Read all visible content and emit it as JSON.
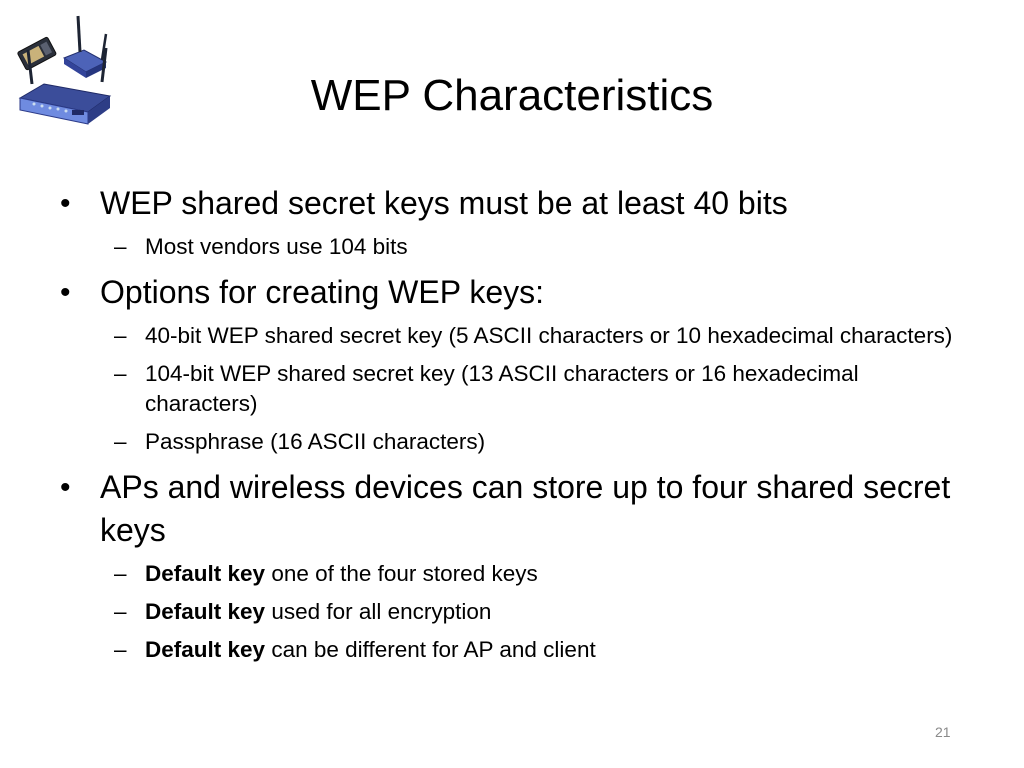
{
  "slide": {
    "title": "WEP Characteristics",
    "page_number": "21",
    "logo_icon": "wireless-router-icon",
    "bullets": [
      {
        "text": "WEP shared secret keys must be at least 40 bits",
        "sub": [
          {
            "bold": "",
            "text": "Most vendors use 104 bits"
          }
        ]
      },
      {
        "text": "Options for creating WEP keys:",
        "sub": [
          {
            "bold": "",
            "text": "40-bit WEP shared secret key (5 ASCII characters or 10 hexadecimal characters)"
          },
          {
            "bold": "",
            "text": "104-bit WEP shared secret key (13 ASCII characters or 16 hexadecimal characters)"
          },
          {
            "bold": "",
            "text": "Passphrase (16 ASCII characters)"
          }
        ]
      },
      {
        "text": "APs and wireless devices can store up to four shared secret keys",
        "sub": [
          {
            "bold": "Default key",
            "text": " one of the four stored keys"
          },
          {
            "bold": "Default key",
            "text": " used for all encryption"
          },
          {
            "bold": "Default key",
            "text": " can be different for AP and client"
          }
        ]
      }
    ]
  }
}
